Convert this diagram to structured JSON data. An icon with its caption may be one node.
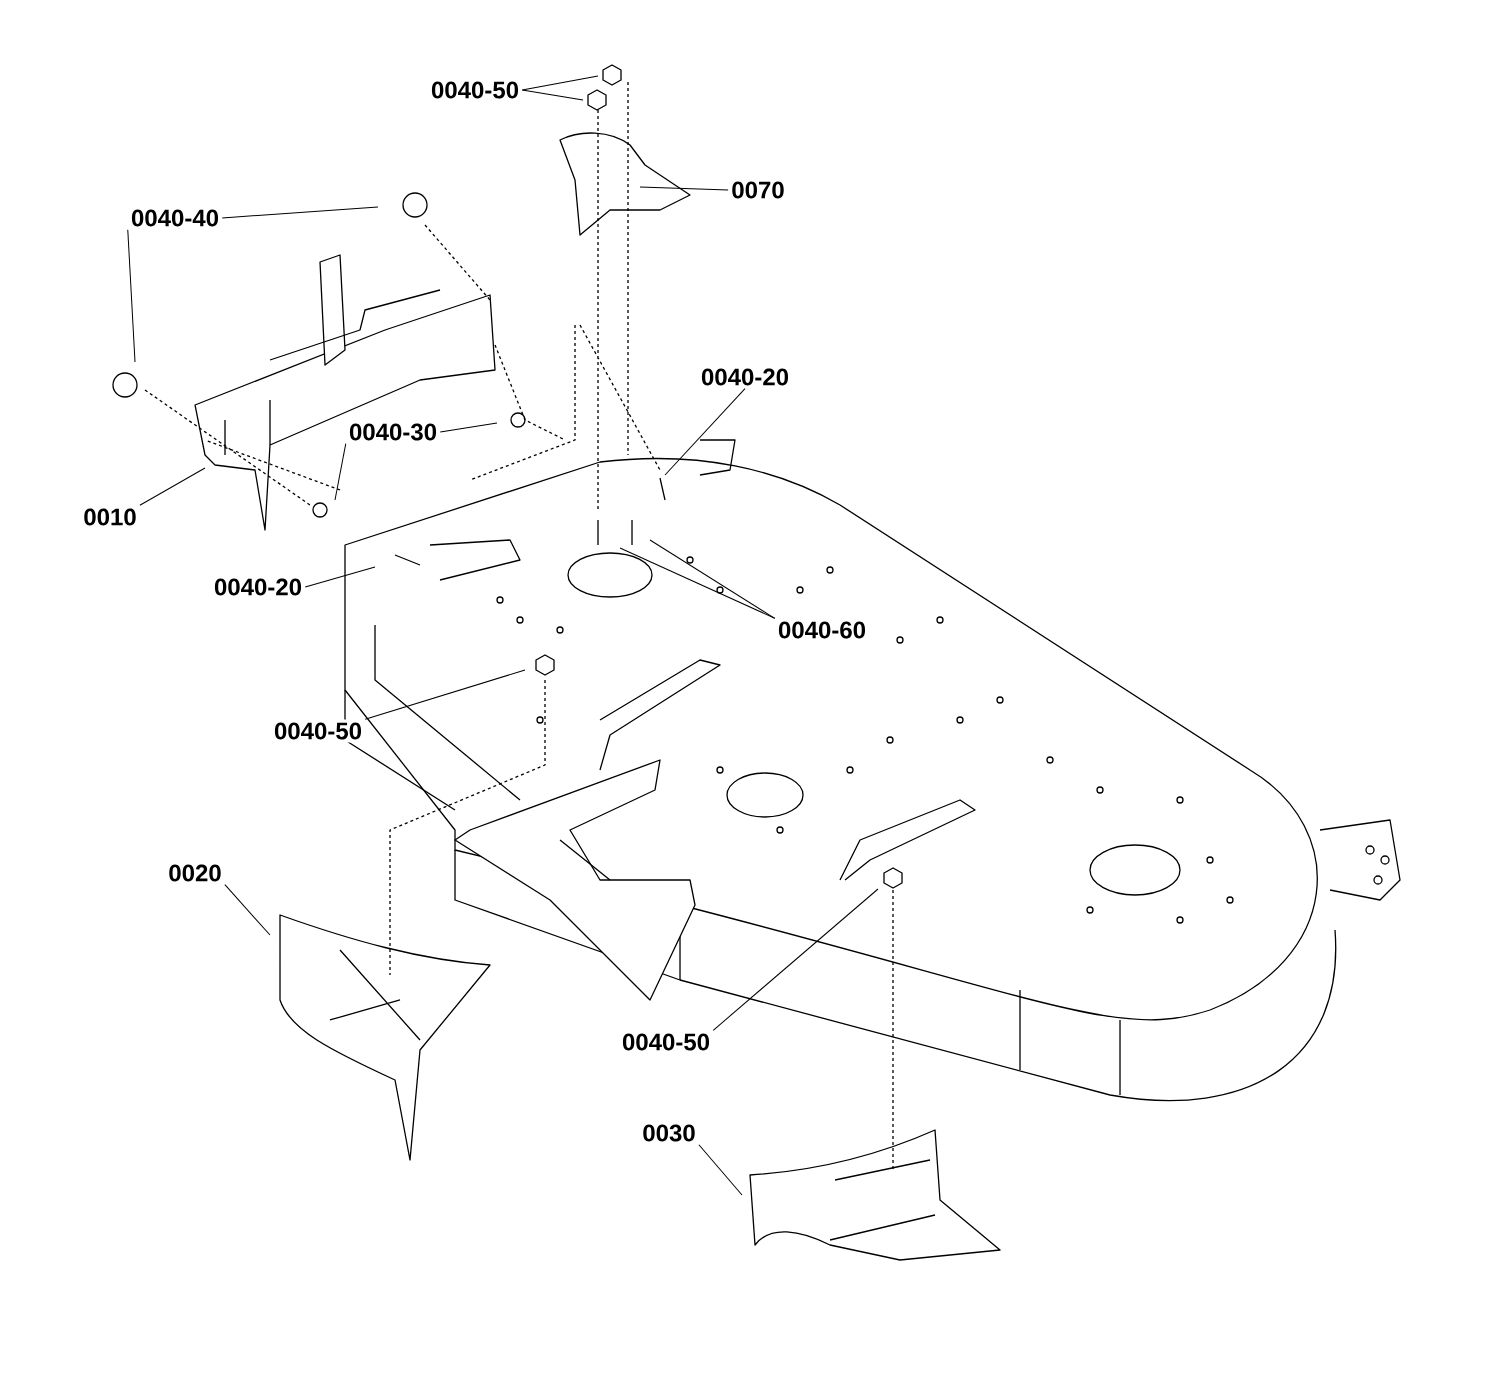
{
  "diagram": {
    "nodes": [
      {
        "text": [
          "0040-50"
        ]
      },
      {
        "text": [
          "0070"
        ]
      },
      {
        "text": [
          "0040-40"
        ]
      },
      {
        "text": [
          "0040-20"
        ]
      },
      {
        "text": [
          "0040-30"
        ]
      },
      {
        "text": [
          "0010"
        ]
      },
      {
        "text": [
          "0040-20"
        ]
      },
      {
        "text": [
          "0040-60"
        ]
      },
      {
        "text": [
          "0040-50"
        ]
      },
      {
        "text": [
          "0020"
        ]
      },
      {
        "text": [
          "0040-50"
        ]
      },
      {
        "text": [
          "0030"
        ]
      }
    ],
    "edges": [
      {
        "from": 0,
        "to": null,
        "arrow": "none"
      },
      {
        "from": 0,
        "to": null,
        "arrow": "none"
      },
      {
        "from": 1,
        "to": null,
        "arrow": "none"
      },
      {
        "from": 2,
        "to": null,
        "arrow": "none"
      },
      {
        "from": 2,
        "to": null,
        "arrow": "none"
      },
      {
        "from": 3,
        "to": null,
        "arrow": "none"
      },
      {
        "from": 4,
        "to": null,
        "arrow": "none"
      },
      {
        "from": 4,
        "to": null,
        "arrow": "none"
      },
      {
        "from": 5,
        "to": null,
        "arrow": "none"
      },
      {
        "from": 6,
        "to": null,
        "arrow": "none"
      },
      {
        "from": 7,
        "to": null,
        "arrow": "none"
      },
      {
        "from": 7,
        "to": null,
        "arrow": "none"
      },
      {
        "from": 8,
        "to": null,
        "arrow": "none"
      },
      {
        "from": 9,
        "to": null,
        "arrow": "none"
      },
      {
        "from": 10,
        "to": null,
        "arrow": "none"
      },
      {
        "from": 11,
        "to": null,
        "arrow": "none"
      }
    ]
  }
}
